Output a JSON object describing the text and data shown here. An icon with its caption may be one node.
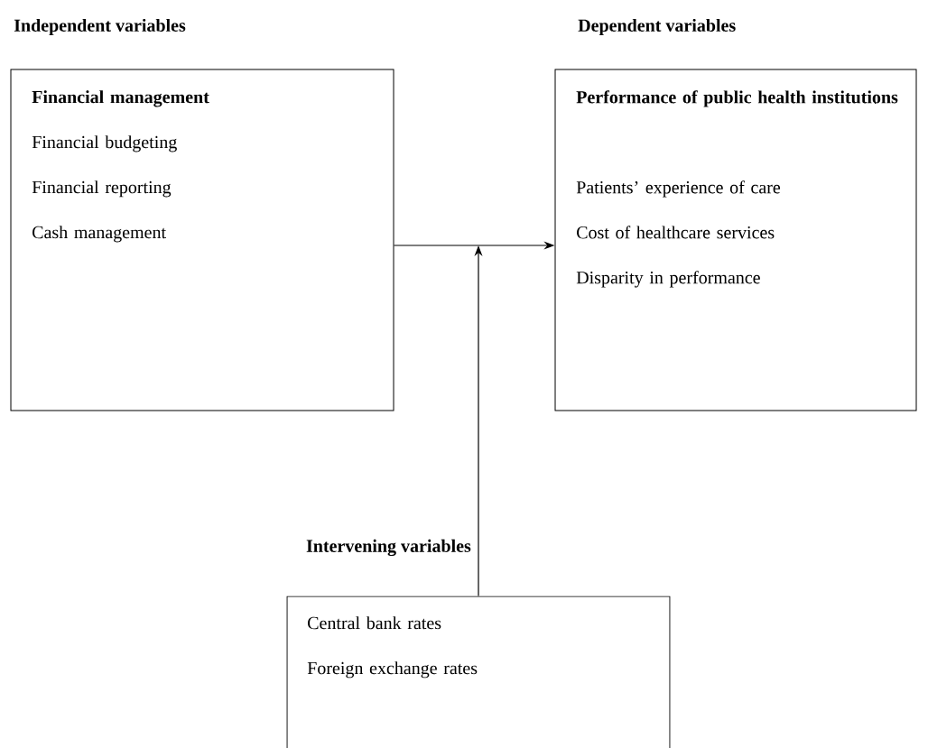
{
  "diagram": {
    "nodes": [
      {
        "text": [
          "Financial management",
          "Financial budgeting",
          "Financial reporting",
          "Cash management"
        ],
        "beside": [
          "Independent variables"
        ]
      },
      {
        "text": [
          "Performance of public health institutions",
          "Patients’ experience of care",
          "Cost of healthcare services",
          "Disparity in performance"
        ],
        "beside": [
          "Dependent variables"
        ]
      },
      {
        "text": [
          "Central bank rates",
          "Foreign exchange rates"
        ],
        "beside": [
          "Intervening variables"
        ]
      }
    ],
    "edges": [
      {
        "from": 0,
        "to": 1,
        "arrow": "to"
      },
      {
        "from": 2,
        "to": null,
        "arrow": "to"
      }
    ]
  }
}
